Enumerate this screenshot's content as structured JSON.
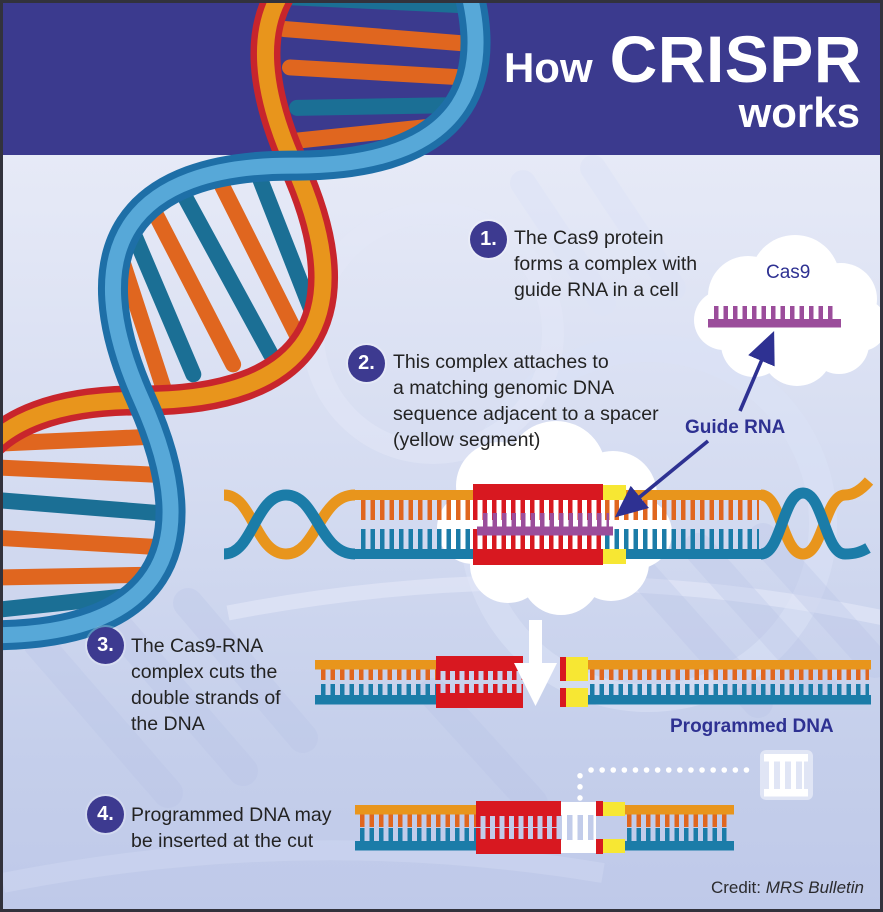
{
  "header": {
    "title_prefix": "How",
    "title_main": "CRISPR",
    "title_suffix": "works"
  },
  "steps": [
    {
      "number": "1.",
      "lines": [
        "The Cas9 protein",
        "forms a complex with",
        "guide RNA in a cell"
      ]
    },
    {
      "number": "2.",
      "lines": [
        "This complex attaches to",
        "a matching genomic DNA",
        "sequence adjacent to a spacer",
        "(yellow segment)"
      ]
    },
    {
      "number": "3.",
      "lines": [
        "The Cas9-RNA",
        "complex cuts the",
        "double strands of",
        "the DNA"
      ]
    },
    {
      "number": "4.",
      "lines": [
        "Programmed DNA may",
        "be inserted at the cut"
      ]
    }
  ],
  "labels": {
    "cas9": "Cas9",
    "guide_rna": "Guide RNA",
    "programmed_dna": "Programmed DNA"
  },
  "credit": {
    "prefix": "Credit: ",
    "source": "MRS Bulletin"
  },
  "icons": [
    "cas9-cloud-icon",
    "guide-rna-comb-icon",
    "guide-rna-arrow-icon",
    "cut-site-down-arrow-icon",
    "dotted-insert-path-icon",
    "programmed-dna-fragment-icon"
  ],
  "colors": {
    "header_bg": "#3b3a8e",
    "accent_indigo": "#2e3192",
    "badge_bg": "#3d3a90",
    "strand_orange": "#e8951c",
    "rung_orange": "#e0661f",
    "strand_teal": "#1b7ca8",
    "segment_red": "#d81820",
    "spacer_yellow": "#f7e733",
    "guide_rna_purple": "#9b4d9b",
    "cloud_white": "#ffffff",
    "background_top": "#edeffa",
    "background_bottom": "#bfc9e9"
  }
}
